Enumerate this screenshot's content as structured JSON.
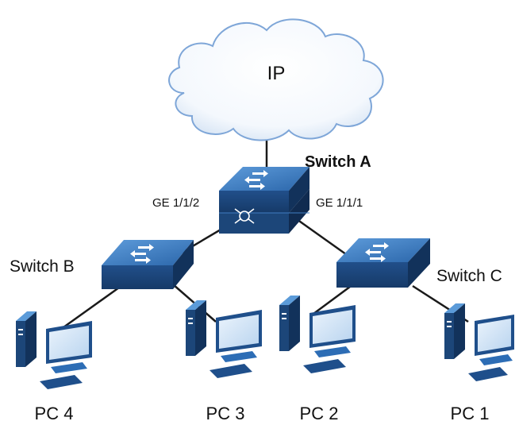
{
  "cloud": {
    "label": "IP"
  },
  "switch_a": {
    "label": "Switch A",
    "port_left": "GE 1/1/2",
    "port_right": "GE 1/1/1"
  },
  "switch_b": {
    "label": "Switch B"
  },
  "switch_c": {
    "label": "Switch C"
  },
  "pcs": [
    {
      "label": "PC 4"
    },
    {
      "label": "PC 3"
    },
    {
      "label": "PC 2"
    },
    {
      "label": "PC 1"
    }
  ],
  "colors": {
    "device_dark": "#1f4f8b",
    "device_mid": "#2d6db5",
    "device_light": "#5b9bd9",
    "cloud_fill": "#ffffff",
    "cloud_stroke": "#7ea6d8",
    "link": "#1a1a1a"
  }
}
